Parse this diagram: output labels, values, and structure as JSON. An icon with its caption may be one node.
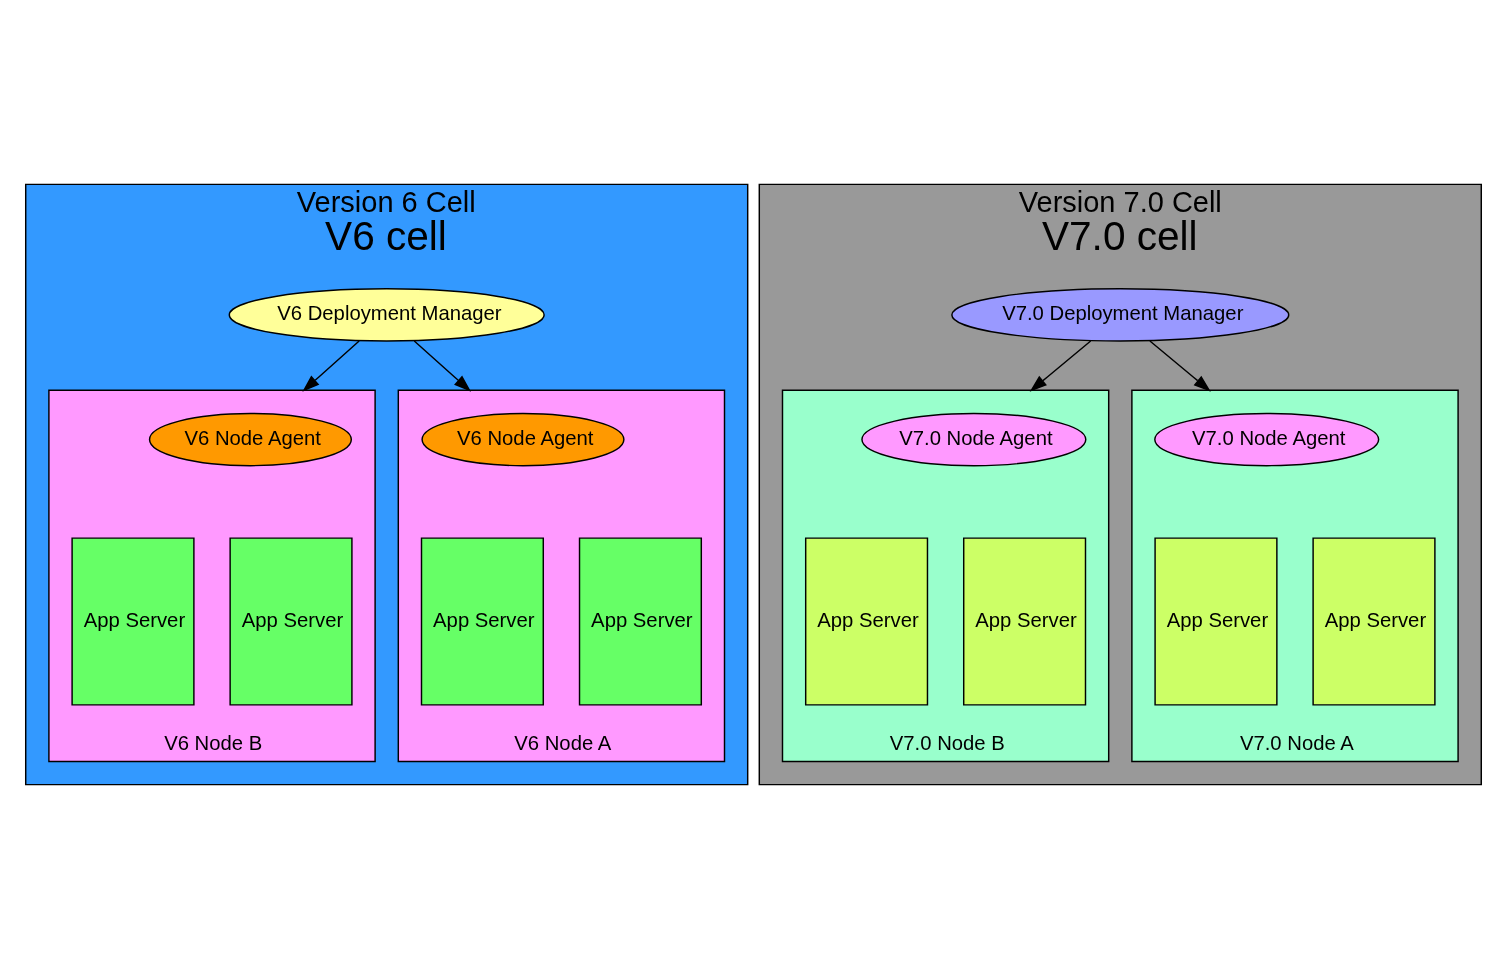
{
  "diagram": {
    "nodes": [
      {
        "text": [
          "Version 6 Cell",
          "V6 cell"
        ]
      },
      {
        "text": [
          "V6 Deployment Manager"
        ],
        "in": 0
      },
      {
        "text": [
          "V6 Node B"
        ],
        "in": 0
      },
      {
        "text": [
          "V6 Node Agent"
        ],
        "in": 2
      },
      {
        "text": [
          "App Server"
        ],
        "in": 2
      },
      {
        "text": [
          "App Server"
        ],
        "in": 2
      },
      {
        "text": [
          "V6 Node A"
        ],
        "in": 0
      },
      {
        "text": [
          "V6 Node Agent"
        ],
        "in": 6
      },
      {
        "text": [
          "App Server"
        ],
        "in": 6
      },
      {
        "text": [
          "App Server"
        ],
        "in": 6
      },
      {
        "text": [
          "Version 7.0 Cell",
          "V7.0 cell"
        ]
      },
      {
        "text": [
          "V7.0 Deployment Manager"
        ],
        "in": 10
      },
      {
        "text": [
          "V7.0 Node B"
        ],
        "in": 10
      },
      {
        "text": [
          "V7.0 Node Agent"
        ],
        "in": 12
      },
      {
        "text": [
          "App Server"
        ],
        "in": 12
      },
      {
        "text": [
          "App Server"
        ],
        "in": 12
      },
      {
        "text": [
          "V7.0 Node A"
        ],
        "in": 10
      },
      {
        "text": [
          "V7.0 Node Agent"
        ],
        "in": 16
      },
      {
        "text": [
          "App Server"
        ],
        "in": 16
      },
      {
        "text": [
          "App Server"
        ],
        "in": 16
      }
    ],
    "edges": [
      {
        "from": 1,
        "to": 2,
        "arrow": "to"
      },
      {
        "from": 1,
        "to": 6,
        "arrow": "to"
      },
      {
        "from": 11,
        "to": 12,
        "arrow": "to"
      },
      {
        "from": 11,
        "to": 16,
        "arrow": "to"
      }
    ]
  }
}
